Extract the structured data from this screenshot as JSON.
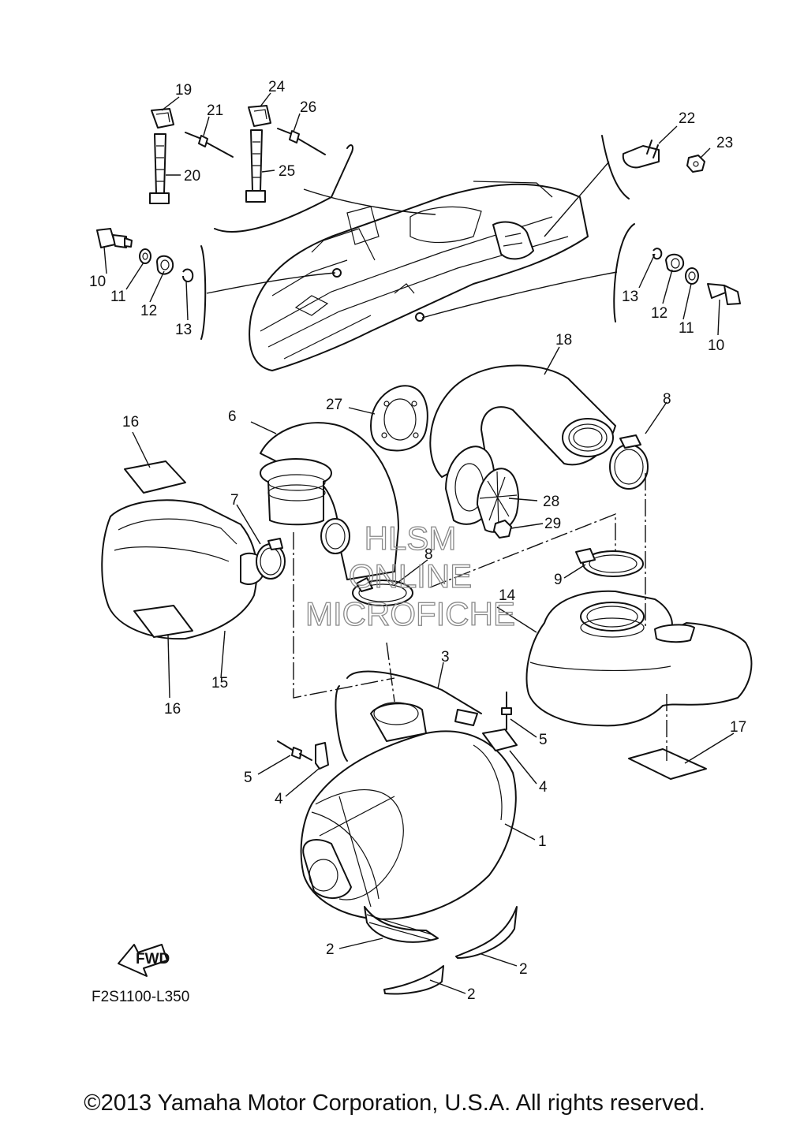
{
  "diagram_code": "F2S1100-L350",
  "copyright": "©2013 Yamaha Motor Corporation, U.S.A. All rights reserved.",
  "fwd_label": "FWD",
  "watermark": [
    "HLSM",
    "ONLINE",
    "MICROFICHE"
  ],
  "callouts": {
    "c1": "1",
    "c2a": "2",
    "c2b": "2",
    "c2c": "2",
    "c3": "3",
    "c4a": "4",
    "c4b": "4",
    "c5a": "5",
    "c5b": "5",
    "c6": "6",
    "c7": "7",
    "c8a": "8",
    "c8b": "8",
    "c9": "9",
    "c10a": "10",
    "c10b": "10",
    "c11a": "11",
    "c11b": "11",
    "c12a": "12",
    "c12b": "12",
    "c13a": "13",
    "c13b": "13",
    "c14": "14",
    "c15": "15",
    "c16a": "16",
    "c16b": "16",
    "c17": "17",
    "c18": "18",
    "c19": "19",
    "c20": "20",
    "c21": "21",
    "c22": "22",
    "c23": "23",
    "c24": "24",
    "c25": "25",
    "c26": "26",
    "c27": "27",
    "c28": "28",
    "c29": "29"
  }
}
